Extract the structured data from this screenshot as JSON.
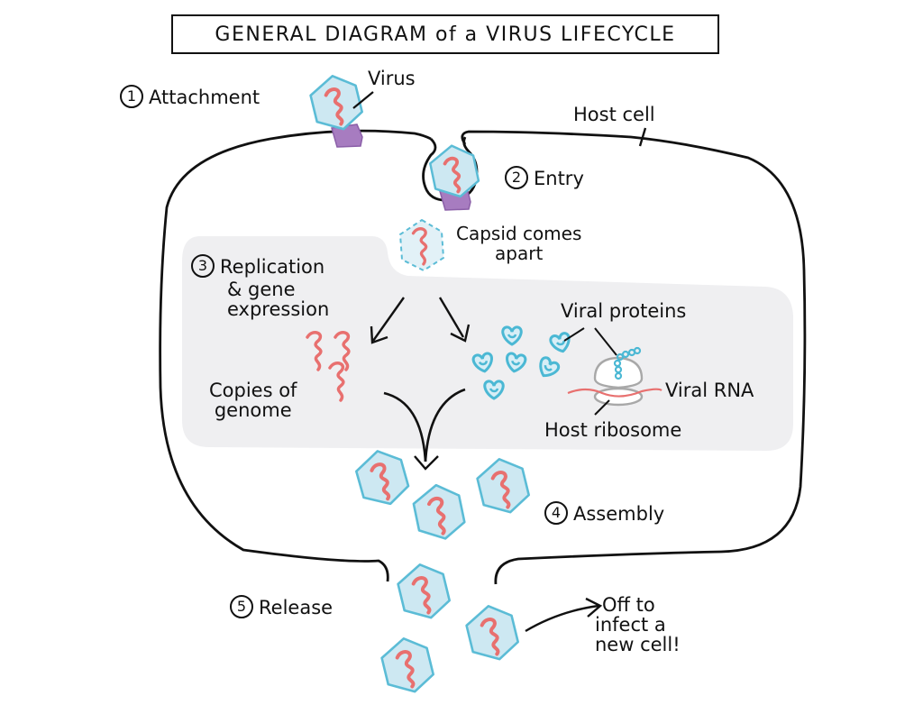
{
  "title": "GENERAL DIAGRAM of a VIRUS LIFECYCLE",
  "labels": {
    "virus": "Virus",
    "host_cell": "Host cell",
    "capsid_comes_apart": [
      "Capsid comes",
      "apart"
    ],
    "copies_of_genome": [
      "Copies of",
      "genome"
    ],
    "viral_proteins": "Viral proteins",
    "viral_rna": "Viral RNA",
    "host_ribosome": "Host ribosome",
    "off_to_infect": [
      "Off to",
      "infect a",
      "new cell!"
    ]
  },
  "steps": [
    {
      "number": "1",
      "label": "Attachment"
    },
    {
      "number": "2",
      "label": "Entry"
    },
    {
      "number": "3",
      "label": [
        "Replication",
        "& gene",
        "expression"
      ]
    },
    {
      "number": "4",
      "label": "Assembly"
    },
    {
      "number": "5",
      "label": "Release"
    }
  ],
  "colors": {
    "capsid_fill": "#cde8f2",
    "capsid_stroke": "#5bbcd6",
    "genome": "#e8706f",
    "receptor_fill": "#a77cc0",
    "receptor_stroke": "#8b5fa8",
    "cytoplasm_region": "#efeff1",
    "protein": "#4bb8d4",
    "ribosome_stroke": "#a8a8a8",
    "outline": "#111111"
  }
}
